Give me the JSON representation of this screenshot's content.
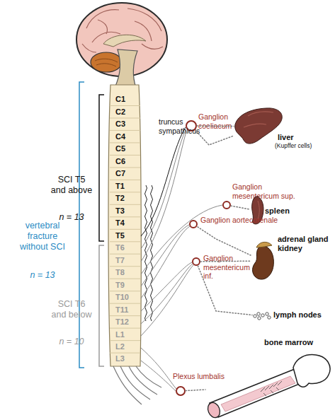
{
  "diagram": {
    "nodes": [
      {
        "text": [
          "Ganglion coeliacum"
        ]
      },
      {
        "text": [
          "liver",
          "(Kupffer cells)"
        ]
      },
      {
        "text": [
          "Ganglion mesentericum sup."
        ]
      },
      {
        "text": [
          "spleen"
        ]
      },
      {
        "text": [
          "Ganglion aortecorenale"
        ]
      },
      {
        "text": [
          "adrenal gland kidney"
        ]
      },
      {
        "text": [
          "Ganglion mesentericum inf."
        ]
      },
      {
        "text": [
          "lymph nodes"
        ]
      },
      {
        "text": [
          "bone marrow"
        ]
      },
      {
        "text": [
          "Plexus lumbalis"
        ]
      }
    ],
    "edges": [
      {
        "from": 0,
        "to": 1,
        "arrow": "none"
      },
      {
        "from": 0,
        "to": 1,
        "arrow": "none"
      },
      {
        "from": 2,
        "to": 3,
        "arrow": "none"
      },
      {
        "from": 4,
        "to": 5,
        "arrow": "none"
      },
      {
        "from": 6,
        "to": 5,
        "arrow": "none"
      },
      {
        "from": 6,
        "to": 7,
        "arrow": "none"
      },
      {
        "from": 9,
        "to": 8,
        "arrow": "none"
      }
    ],
    "labels": [
      "C1",
      "C2",
      "C3",
      "C4",
      "C5",
      "C6",
      "C7",
      "T1",
      "T2",
      "T3",
      "T4",
      "T5",
      "T6",
      "T7",
      "T8",
      "T9",
      "T10",
      "T11",
      "T12",
      "L1",
      "L2",
      "L3",
      "truncus sympathicus",
      "SCI T5 and above",
      "n = 13",
      "SCI T6 and below",
      "n = 10",
      "vertebral fracture without SCI",
      "n = 13"
    ]
  }
}
